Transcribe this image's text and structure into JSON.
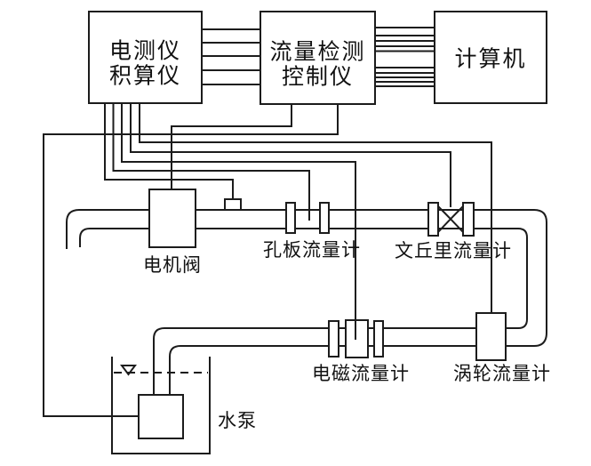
{
  "diagram": {
    "top_instruments": {
      "electrical_meter": {
        "line1": "电测仪",
        "line2": "积算仪"
      },
      "flow_controller": {
        "line1": "流量检测",
        "line2": "控制仪"
      },
      "computer": {
        "label": "计算机"
      }
    },
    "field_devices": {
      "motor_valve": "电机阀",
      "orifice_flowmeter": "孔板流量计",
      "venturi_flowmeter": "文丘里流量计",
      "electromagnetic_flowmeter": "电磁流量计",
      "turbine_flowmeter": "涡轮流量计",
      "water_pump": "水泵"
    },
    "colors": {
      "line": "#1c1c1c",
      "background": "#ffffff"
    }
  }
}
